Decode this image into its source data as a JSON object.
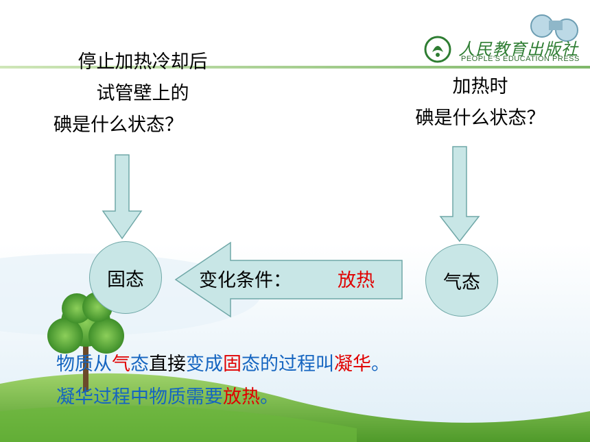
{
  "logo": {
    "name_cn": "人民教育出版社",
    "name_en": "PEOPLE'S EDUCATION PRESS"
  },
  "question_left": {
    "line1": "停止加热冷却后",
    "line2": "试管壁上的",
    "line3": "碘是什么状态？"
  },
  "question_right": {
    "line1": "加热时",
    "line2": "碘是什么状态？"
  },
  "state_left": "固态",
  "state_right": "气态",
  "arrow": {
    "label": "变化条件：",
    "value": "放热"
  },
  "definition": {
    "seg1": "物质从",
    "seg2": "气",
    "seg3": "态",
    "seg4": "直接",
    "seg5": "变成",
    "seg6": "固",
    "seg7": "态的过程叫",
    "seg8": "凝华",
    "seg9": "。"
  },
  "note": {
    "seg1": "凝华过程中物质需要",
    "seg2": "放热",
    "seg3": "。"
  },
  "colors": {
    "accent_blue": "#1565c0",
    "accent_red": "#e00000",
    "shape_fill": "#c8e6e6",
    "shape_stroke": "#6fa7a7"
  }
}
